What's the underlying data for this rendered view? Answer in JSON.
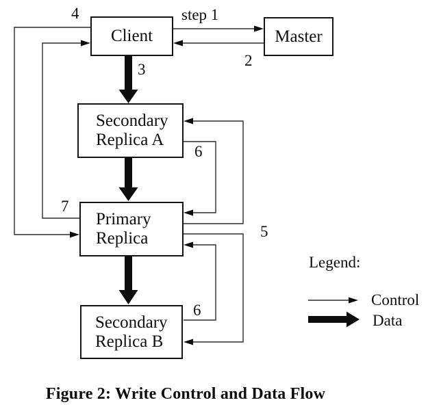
{
  "figure": {
    "caption": "Figure 2: Write Control and Data Flow",
    "nodes": {
      "client": {
        "label": "Client"
      },
      "master": {
        "label": "Master"
      },
      "secondary_a": {
        "line1": "Secondary",
        "line2": "Replica A"
      },
      "primary": {
        "line1": "Primary",
        "line2": "Replica"
      },
      "secondary_b": {
        "line1": "Secondary",
        "line2": "Replica B"
      }
    },
    "labels": {
      "step1": "step 1",
      "step2": "2",
      "step3": "3",
      "step4": "4",
      "step5": "5",
      "step6_upper": "6",
      "step6_lower": "6",
      "step7": "7"
    },
    "legend": {
      "title": "Legend:",
      "control_label": "Control",
      "data_label": "Data"
    },
    "colors": {
      "line": "#1a1a1a",
      "background": "#ffffff"
    }
  }
}
